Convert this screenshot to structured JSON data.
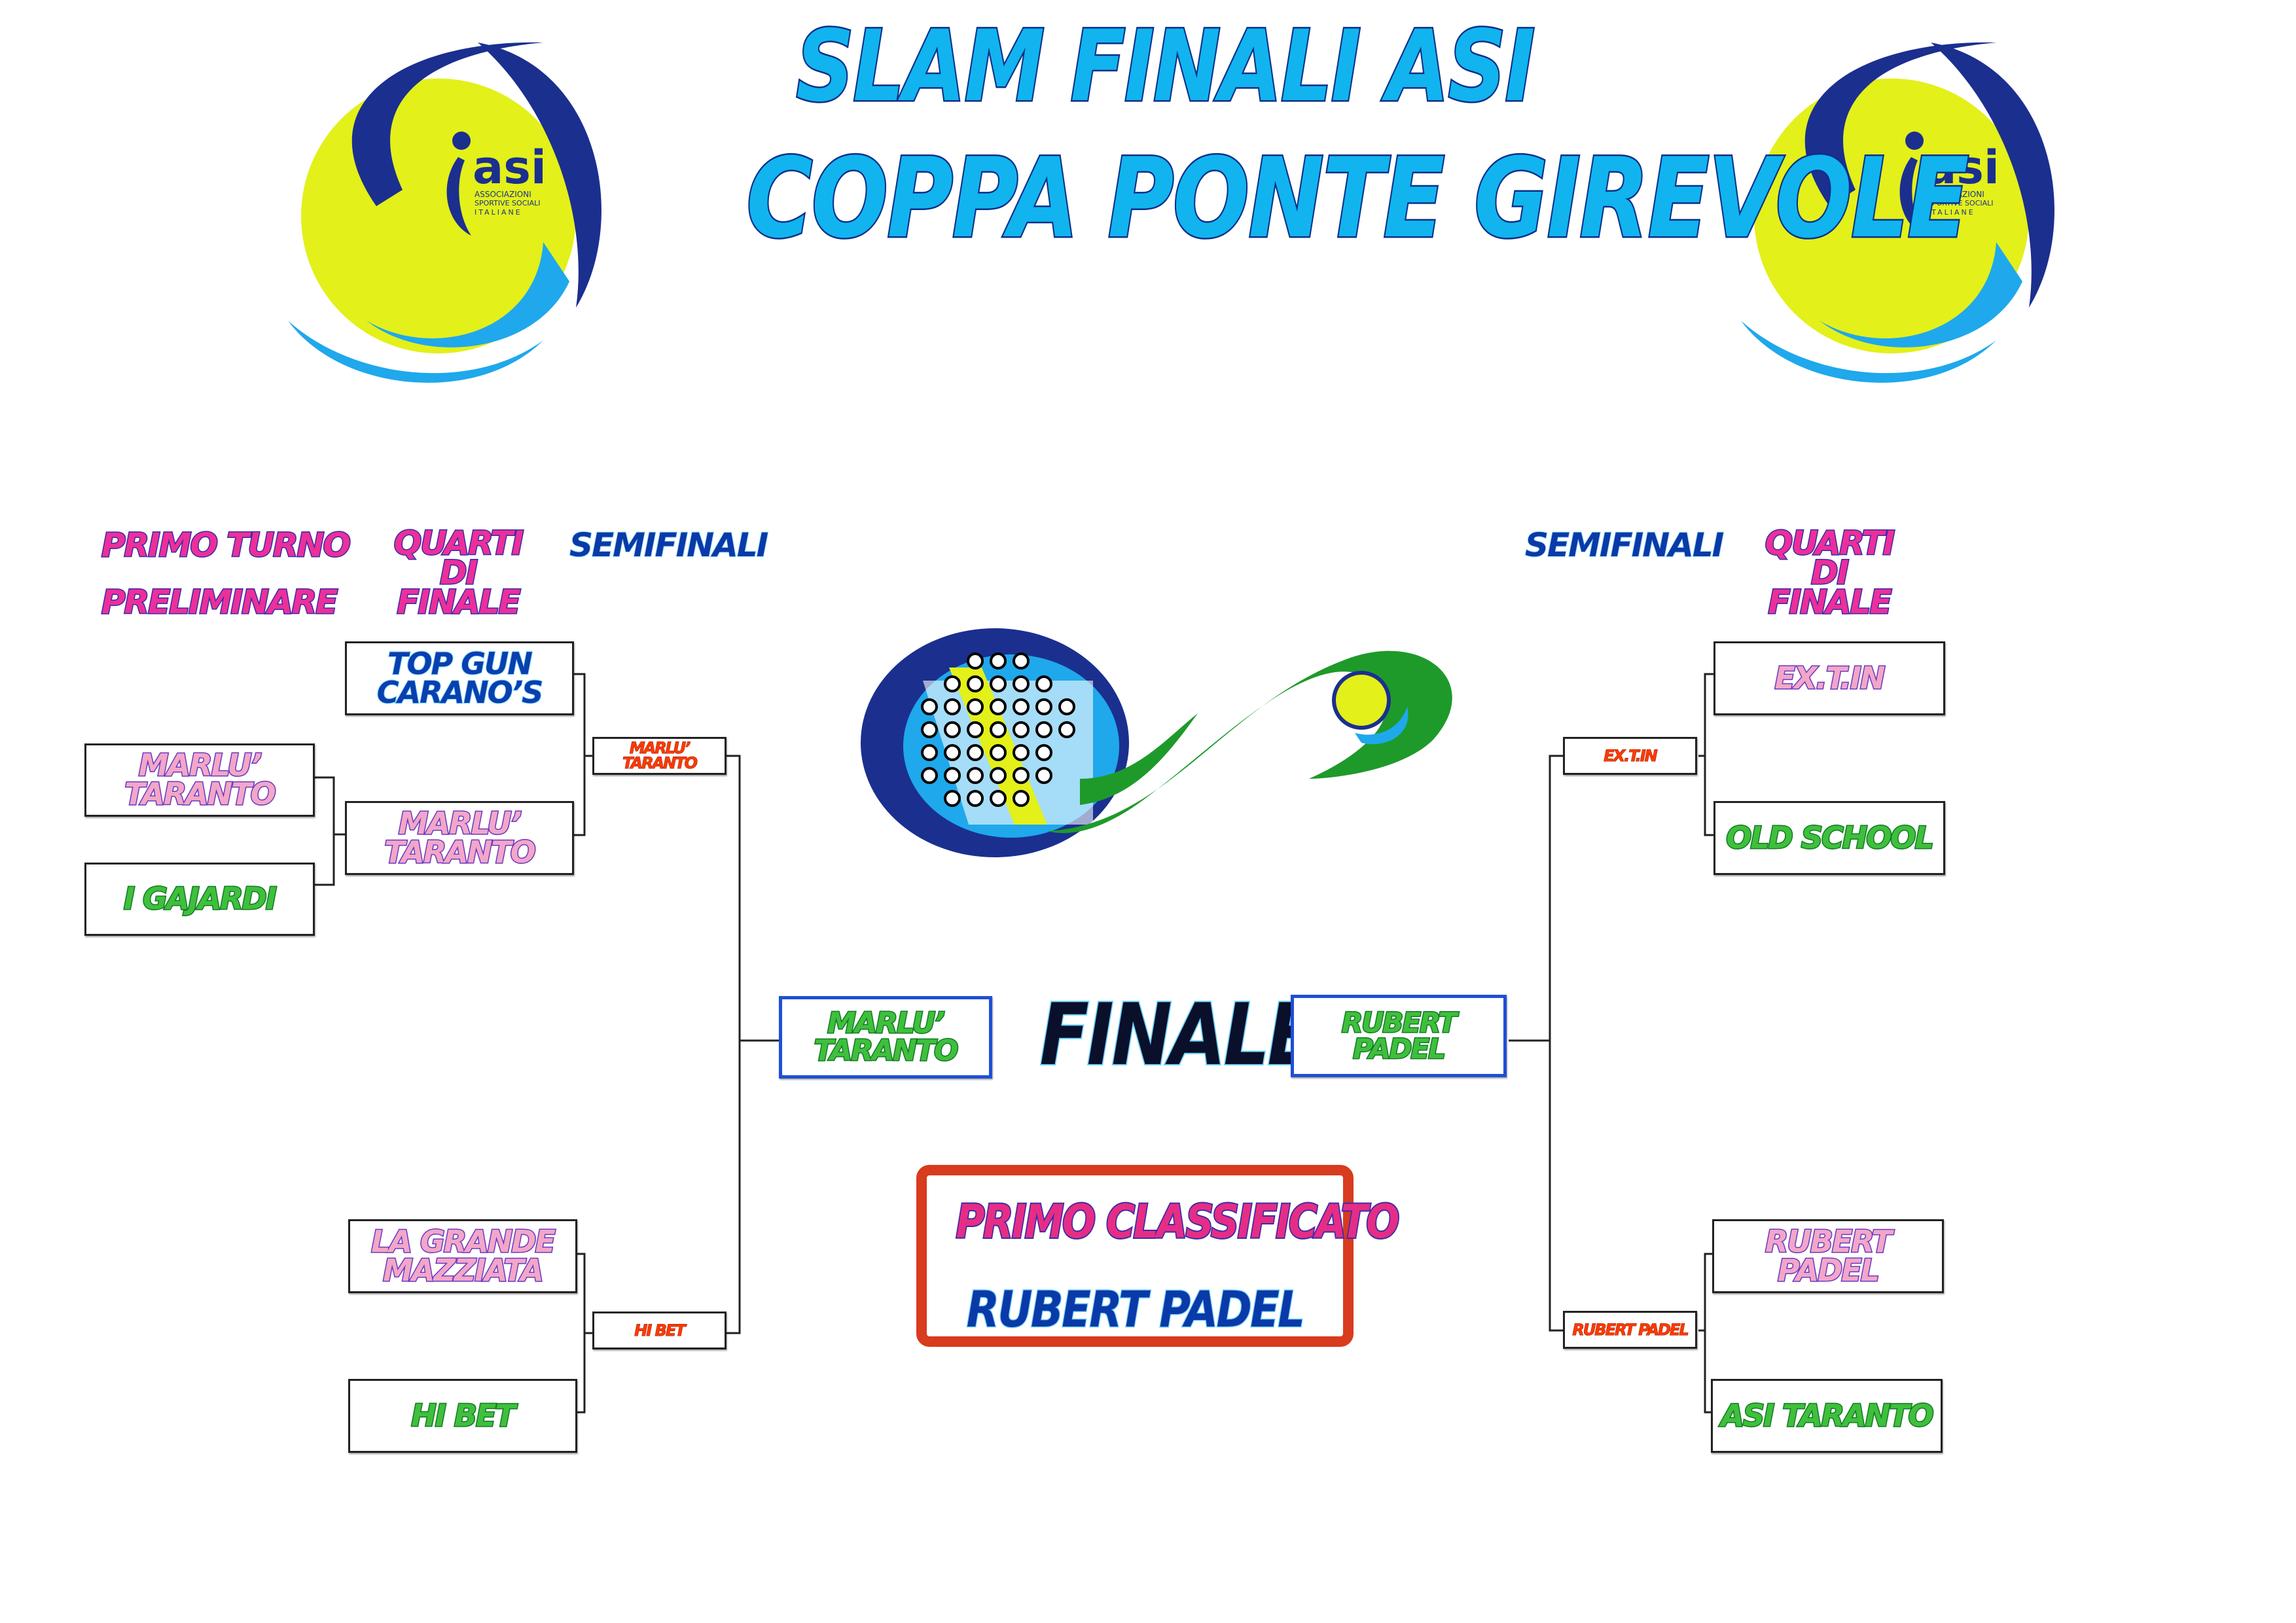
{
  "title": {
    "line1": "SLAM FINALI ASI",
    "line2": "COPPA PONTE GIREVOLE"
  },
  "logo": {
    "text": "asi",
    "subtext1": "ASSOCIAZIONI",
    "subtext2": "SPORTIVE SOCIALI",
    "subtext3": "ITALIANE"
  },
  "rounds": {
    "left_preliminary_line1": "PRIMO TURNO",
    "left_preliminary_line2": "PRELIMINARE",
    "left_quarters": "QUARTI\nDI\nFINALE",
    "left_semis": "SEMIFINALI",
    "right_semis": "SEMIFINALI",
    "right_quarters": "QUARTI\nDI\nFINALE"
  },
  "left": {
    "preliminary": [
      "MARLU’\nTARANTO",
      "I GAJARDI"
    ],
    "quarters": [
      "TOP GUN\nCARANO’S",
      "MARLU’\nTARANTO",
      "LA GRANDE\nMAZZIATA",
      "HI BET"
    ],
    "semis": [
      "MARLU’\nTARANTO",
      "HI BET"
    ],
    "finalist": "MARLU’\nTARANTO"
  },
  "right": {
    "quarters": [
      "EX.T.IN",
      "OLD SCHOOL",
      "RUBERT\nPADEL",
      "ASI TARANTO"
    ],
    "semis": [
      "EX.T.IN",
      "RUBERT PADEL"
    ],
    "finalist": "RUBERT\nPADEL"
  },
  "final": {
    "label": "FINALE"
  },
  "winner": {
    "label": "PRIMO CLASSIFICATO",
    "name": "RUBERT PADEL"
  },
  "colors": {
    "logo_ball": "#e3f01a",
    "logo_navy": "#1b2f8f",
    "logo_cyan": "#1fa8ec",
    "padel_green": "#1e9a2a",
    "winner_border": "#d83b1e"
  }
}
